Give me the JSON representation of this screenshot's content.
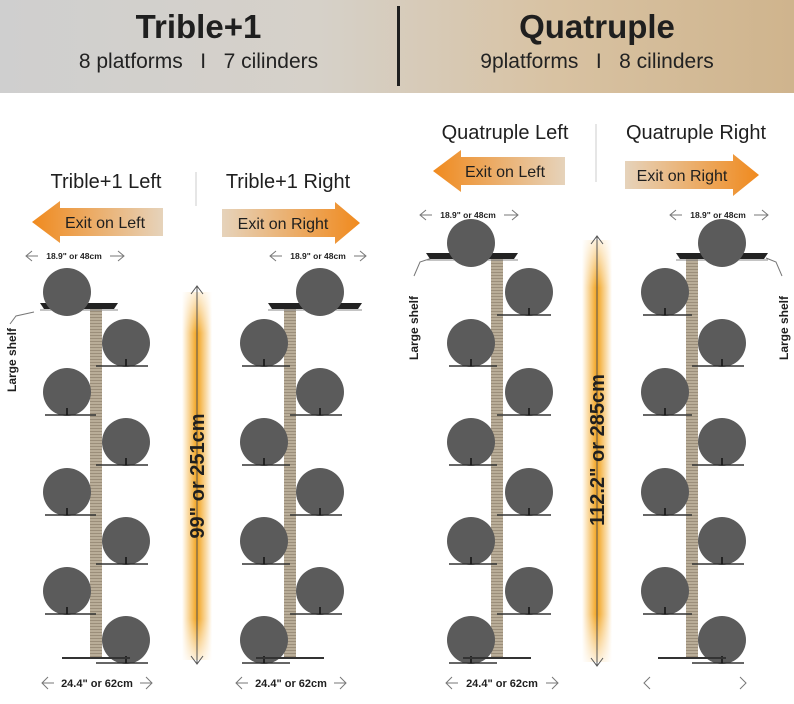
{
  "left": {
    "title": "Trible+1",
    "subtitle": "8 platforms   I   7 cilinders",
    "variant_left": "Trible+1  Left",
    "variant_right": "Trible+1  Right",
    "exit_left": "Exit on Left",
    "exit_right": "Exit on Right",
    "top_width_left": "18.9\" or 48cm",
    "top_width_right": "18.9\" or 48cm",
    "height": "99\" or 251cm",
    "bottom_width_left": "24.4\" or 62cm",
    "bottom_width_right": "24.4\" or 62cm",
    "large_shelf": "Large shelf"
  },
  "right": {
    "title": "Quatruple",
    "subtitle": "9platforms   I   8 cilinders",
    "variant_left": "Quatruple  Left",
    "variant_right": "Quatruple  Right",
    "exit_left": "Exit on Left",
    "exit_right": "Exit on Right",
    "top_width_left": "18.9\" or 48cm",
    "top_width_right": "18.9\" or 48cm",
    "height": "112.2\" or 285cm",
    "bottom_width_left": "24.4\" or 62cm",
    "large_shelf_left": "Large shelf",
    "large_shelf_right": "Large shelf"
  },
  "colors": {
    "arrow_orange": "#f08a1e",
    "arrow_tan": "#d9b48c",
    "cylinder": "#5b5b5b",
    "post": "#b7aa95",
    "height_bar": "#f2a31c"
  }
}
